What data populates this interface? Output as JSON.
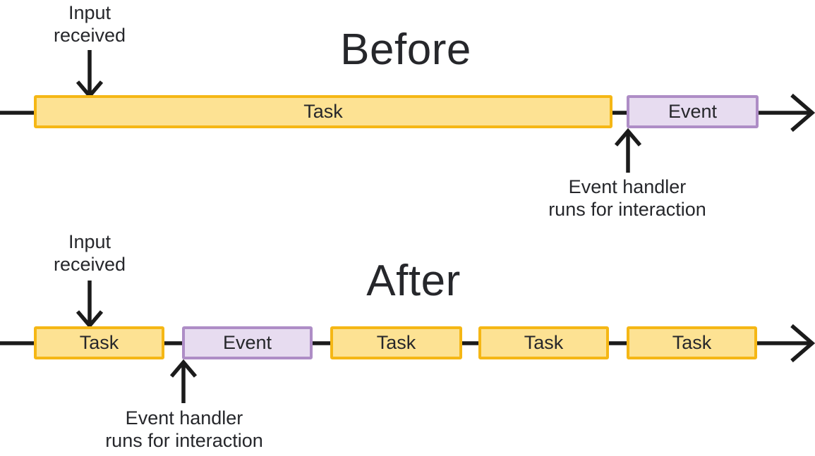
{
  "colors": {
    "task_fill": "#FDE293",
    "task_border": "#F5B715",
    "event_fill": "#E7DCF0",
    "event_border": "#AE8DC6",
    "line": "#1B1B1B",
    "text": "#26272B"
  },
  "before": {
    "title": "Before",
    "input_label": [
      "Input",
      "received"
    ],
    "handler_label": [
      "Event handler",
      "runs for interaction"
    ],
    "timeline": [
      {
        "type": "task",
        "label": "Task"
      },
      {
        "type": "event",
        "label": "Event"
      }
    ]
  },
  "after": {
    "title": "After",
    "input_label": [
      "Input",
      "received"
    ],
    "handler_label": [
      "Event handler",
      "runs for interaction"
    ],
    "timeline": [
      {
        "type": "task",
        "label": "Task"
      },
      {
        "type": "event",
        "label": "Event"
      },
      {
        "type": "task",
        "label": "Task"
      },
      {
        "type": "task",
        "label": "Task"
      },
      {
        "type": "task",
        "label": "Task"
      }
    ]
  }
}
